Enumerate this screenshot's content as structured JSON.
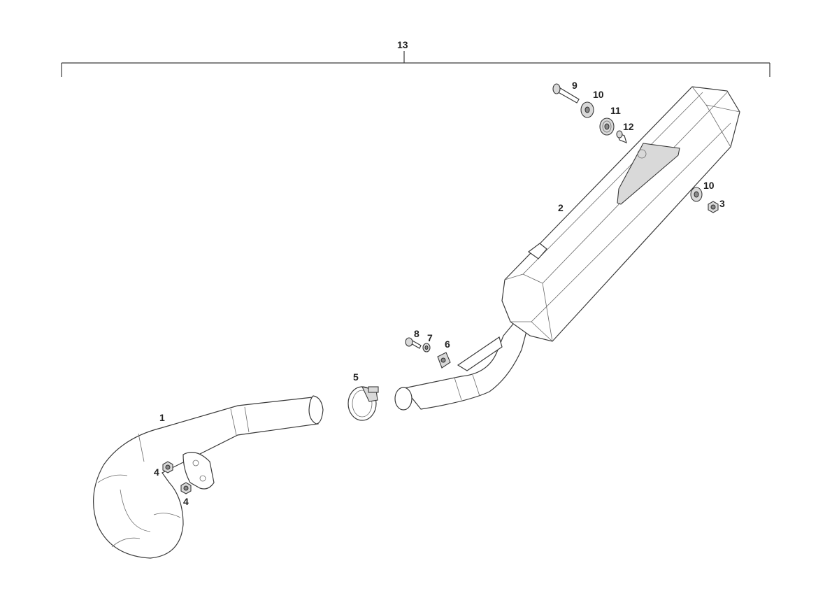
{
  "labels": {
    "assembly": "13",
    "header_pipe": "1",
    "silencer": "2",
    "nut_silencer": "3",
    "nut_a": "4",
    "nut_b": "4",
    "clamp": "5",
    "clip_nut": "6",
    "washer_small": "7",
    "bolt_small": "8",
    "bolt_long": "9",
    "washer_top": "10",
    "washer_side": "10",
    "grommet": "11",
    "spacer": "12"
  }
}
